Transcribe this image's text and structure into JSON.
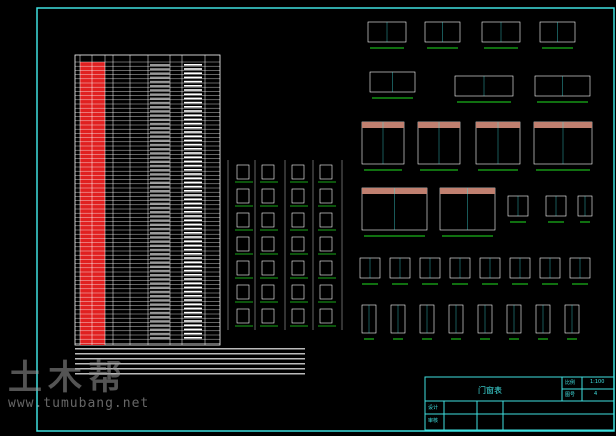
{
  "drawing": {
    "title": "门窗表",
    "labels": {
      "drawing_no_label": "图号",
      "scale_label": "比例",
      "scale_value": "1:100",
      "sheet_value": "4",
      "designer_label": "设计",
      "checker_label": "审核"
    }
  },
  "watermark": {
    "logo": "土木帮",
    "url": "www.tumubang.net"
  },
  "colors": {
    "frame": "#3fe0e0",
    "highlight": "#e02020",
    "line": "#ffffff",
    "dim": "#20e020",
    "panel": "#c08070"
  }
}
